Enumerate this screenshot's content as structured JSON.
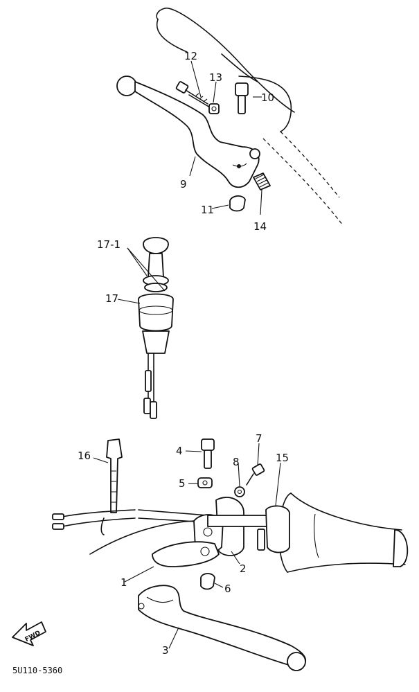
{
  "diagram": {
    "part_code": "5U110-5360",
    "fwd_label": "FWD",
    "callouts": {
      "p1": "1",
      "p2": "2",
      "p3": "3",
      "p4": "4",
      "p5": "5",
      "p6": "6",
      "p7": "7",
      "p8": "8",
      "p9": "9",
      "p10": "10",
      "p11": "11",
      "p12": "12",
      "p13": "13",
      "p14": "14",
      "p15": "15",
      "p16": "16",
      "p17": "17",
      "p17_1": "17-1"
    }
  }
}
